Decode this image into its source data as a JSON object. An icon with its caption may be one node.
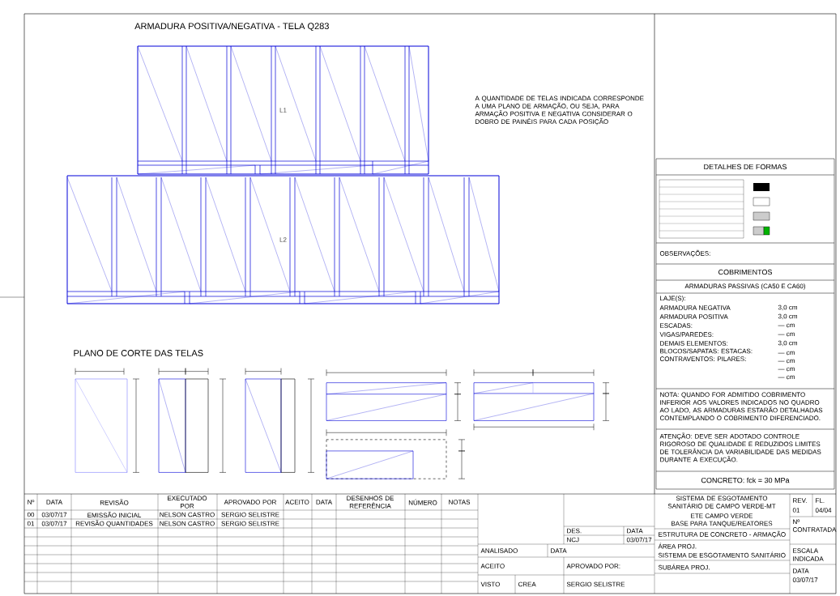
{
  "diagram": {
    "title": "ARMADURA POSITIVA/NEGATIVA - TELA Q283",
    "nodes": [
      {
        "text": [
          "L1"
        ]
      },
      {
        "text": [
          "L2"
        ]
      }
    ],
    "edges": [],
    "labels": [
      "PLANO DE CORTE DAS TELAS",
      "A QUANTIDADE DE TELAS INDICADA CORRESPONDE A UMA PLANO DE ARMAÇÃO, OU SEJA, PARA ARMAÇÃO POSITIVA E NEGATIVA CONSIDERAR O DOBRO DE PAINÉIS PARA CADA POSIÇÃO",
      "DETALHES DE FORMAS",
      "OBSERVAÇÕES:",
      "COBRIMENTOS",
      "ARMADURAS PASSIVAS (CA50 E CA60)",
      "LAJE(S):",
      "ARMADURA NEGATIVA",
      "3,0 cm",
      "ARMADURA POSITIVA",
      "3,0 cm",
      "ESCADAS:",
      "— cm",
      "VIGAS/PAREDES:",
      "— cm",
      "DEMAIS ELEMENTOS:",
      "3,0 cm",
      "BLOCOS/SAPATAS: ESTACAS: CONTRAVENTOS: PILARES:",
      "— cm",
      "— cm",
      "— cm",
      "— cm",
      "NOTA: QUANDO FOR ADMITIDO COBRIMENTO INFERIOR AOS VALORES INDICADOS NO QUADRO AO LADO, AS ARMADURAS ESTARÃO DETALHADAS CONTEMPLANDO O COBRIMENTO DIFERENCIADO.",
      "ATENÇÃO: DEVE SER ADOTADO CONTROLE RIGOROSO DE QUALIDADE E REDUZIDOS LIMITES DE TOLERÂNCIA DA VARIABILIDADE DAS MEDIDAS DURANTE A EXECUÇÃO.",
      "CONCRETO: fck = 30 MPa",
      "Nº",
      "DATA",
      "REVISÃO",
      "EXECUTADO POR",
      "APROVADO POR",
      "ACEITO",
      "DATA",
      "DESENHOS DE REFERÊNCIA",
      "NÚMERO",
      "NOTAS",
      "00",
      "03/07/17",
      "EMISSÃO INICIAL",
      "NELSON CASTRO",
      "SERGIO SELISTRE",
      "01",
      "03/07/17",
      "REVISÃO QUANTIDADES",
      "NELSON CASTRO",
      "SERGIO SELISTRE",
      "DES.",
      "DATA",
      "NCJ",
      "03/07/17",
      "ANALISADO",
      "DATA",
      "ACEITO",
      "APROVADO POR:",
      "VISTO",
      "CREA",
      "SERGIO SELISTRE",
      "SISTEMA DE ESGOTAMENTO SANITÁRIO DE CAMPO VERDE-MT",
      "ETE CAMPO VERDE",
      "BASE PARA TANQUE/REATORES",
      "ESTRUTURA DE CONCRETO - ARMAÇÃO",
      "ÁREA PROJ.",
      "SISTEMA DE ESGOTAMENTO SANITÁRIO",
      "SUBÁREA PROJ.",
      "REV.",
      "FL.",
      "01",
      "04/04",
      "Nº CONTRATADA",
      "ESCALA",
      "INDICADA",
      "DATA",
      "03/07/17"
    ]
  }
}
